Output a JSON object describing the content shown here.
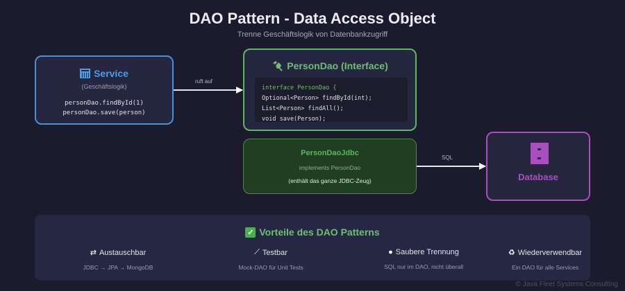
{
  "header": {
    "title": "DAO Pattern - Data Access Object",
    "subtitle": "Trenne Geschäftslogik von Datenbankzugriff"
  },
  "service": {
    "icon": "abacus-icon",
    "title": "Service",
    "subtitle": "(Geschäftslogik)",
    "code": [
      "personDao.findById(1)",
      "personDao.save(person)"
    ]
  },
  "arrows": {
    "service_to_dao": "ruft auf",
    "jdbc_to_db": "SQL"
  },
  "interface": {
    "icon": "plug-icon",
    "title": "PersonDao (Interface)",
    "code": [
      "interface PersonDao {",
      "Optional<Person> findById(int);",
      "List<Person> findAll();",
      "void save(Person);"
    ]
  },
  "implementation": {
    "title": "PersonDaoJdbc",
    "subtitle": "implements PersonDao",
    "note": "(enthält das ganze JDBC-Zeug)"
  },
  "database": {
    "icon": "filing-cabinet-icon",
    "label": "Database"
  },
  "benefits": {
    "icon": "check-mark-icon",
    "icon_glyph": "✓",
    "title": "Vorteile des DAO Patterns",
    "items": [
      {
        "icon": "swap-icon",
        "glyph": "⇄",
        "title": "Austauschbar",
        "desc": "JDBC → JPA → MongoDB"
      },
      {
        "icon": "test-tube-icon",
        "glyph": "⟋",
        "title": "Testbar",
        "desc": "Mock-DAO für Unit Tests"
      },
      {
        "icon": "apple-icon",
        "glyph": "●",
        "title": "Saubere Trennung",
        "desc": "SQL nur im DAO, nicht überall"
      },
      {
        "icon": "recycle-icon",
        "glyph": "♻",
        "title": "Wiederverwendbar",
        "desc": "Ein DAO für alle Services"
      }
    ]
  },
  "footer": "© Java Fleet Systems Consulting",
  "colors": {
    "background": "#1c1b2e",
    "service": "#4a90d9",
    "interface": "#5cb85c",
    "implementation_bg": "#1f3e22",
    "database": "#a94fc0"
  }
}
